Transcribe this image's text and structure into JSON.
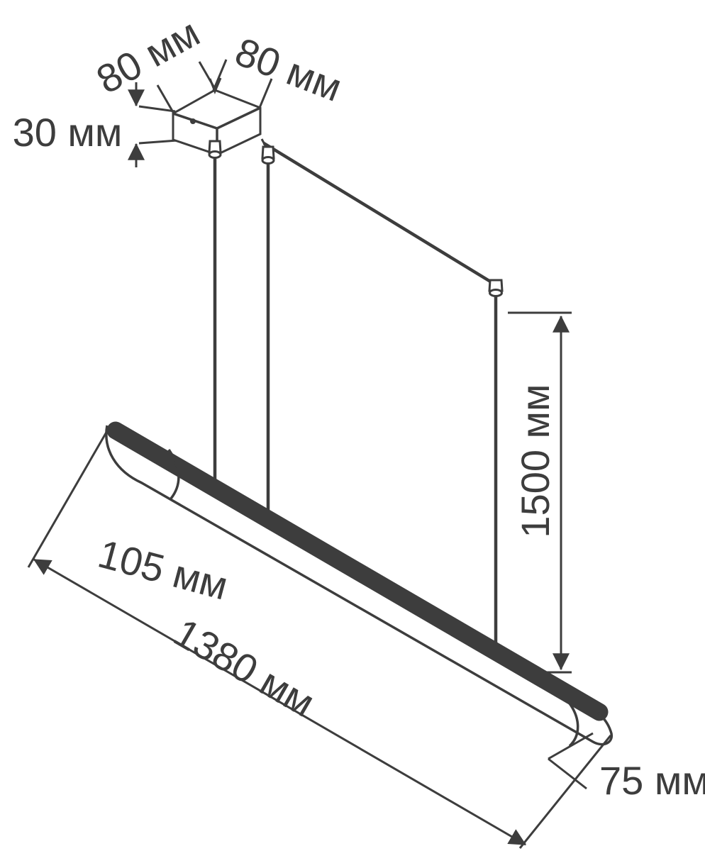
{
  "labels": {
    "canopy_edge_left": "80 мм",
    "canopy_edge_right": "80 мм",
    "canopy_height": "30 мм",
    "suspension_height": "1500 мм",
    "left_offset": "105 мм",
    "fixture_length": "1380 мм",
    "fixture_width": "75 мм"
  },
  "colors": {
    "ink": "#3d3d3d",
    "background": "#ffffff"
  }
}
